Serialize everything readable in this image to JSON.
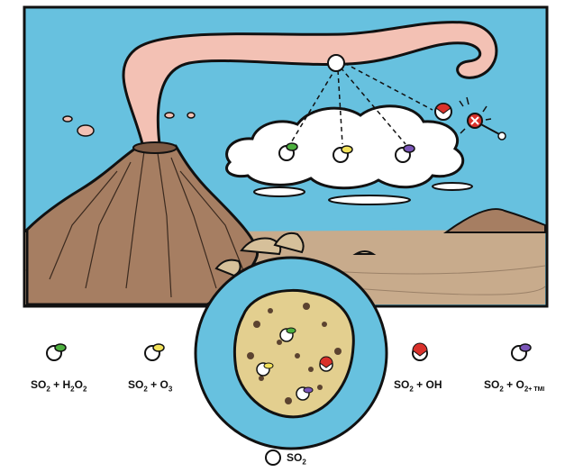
{
  "legend": {
    "h2o2": {
      "so2": "SO",
      "sub_a": "2",
      "plus": "+",
      "h2o2": "H",
      "sub_b": "2",
      "o": "O",
      "sub_c": "2"
    },
    "o3": {
      "so2": "SO",
      "sub_a": "2",
      "plus": "+",
      "o3": "O",
      "sub_b": "3"
    },
    "oh": {
      "so2": "SO",
      "sub_a": "2",
      "plus": "+",
      "oh": "OH"
    },
    "o2tmi": {
      "so2": "SO",
      "sub_a": "2",
      "plus": "+",
      "o2": "O",
      "sub_b": "2",
      "suffix": "+ TMI"
    },
    "so2": {
      "so2": "SO",
      "sub_a": "2"
    }
  },
  "colors": {
    "sky": "#67c1df",
    "plume": "#f3c1b4",
    "volcano": "#a67e62",
    "ground": "#c8ab8c",
    "cloud": "#ffffff",
    "green_oxidant": "#4caf3e",
    "yellow_oxidant": "#f2e25a",
    "red_oxidant": "#d9312b",
    "purple_oxidant": "#7a55b8"
  }
}
